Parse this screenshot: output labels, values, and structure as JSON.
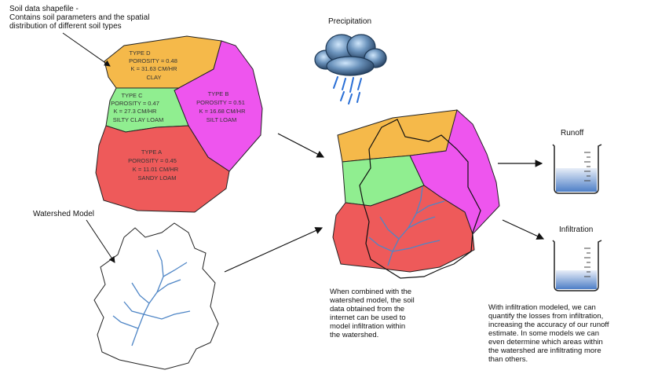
{
  "soil_shapefile": {
    "title_line1": "Soil data shapefile -",
    "title_line2": "Contains soil parameters and the spatial",
    "title_line3": "distribution of different soil types",
    "types": [
      {
        "name": "TYPE D",
        "porosity": "POROSITY = 0.48",
        "k": "K = 31.63 CM/HR",
        "texture": "CLAY",
        "color": "#f5b94a"
      },
      {
        "name": "TYPE C",
        "porosity": "POROSITY = 0.47",
        "k": "K = 27.3 CM/HR",
        "texture": "SILTY CLAY LOAM",
        "color": "#90ee90"
      },
      {
        "name": "TYPE B",
        "porosity": "POROSITY = 0.51",
        "k": "K = 16.68 CM/HR",
        "texture": "SILT LOAM",
        "color": "#ee55ee"
      },
      {
        "name": "TYPE A",
        "porosity": "POROSITY = 0.45",
        "k": "K = 11.01 CM/HR",
        "texture": "SANDY LOAM",
        "color": "#ee5a5a"
      }
    ]
  },
  "watershed": {
    "label": "Watershed Model"
  },
  "precipitation": {
    "label": "Precipitation"
  },
  "combined": {
    "caption_l1": "When combined with the",
    "caption_l2": "watershed model, the soil",
    "caption_l3": "data obtained from the",
    "caption_l4": "internet can be used to",
    "caption_l5": "model infiltration within",
    "caption_l6": "the watershed."
  },
  "runoff": {
    "label": "Runoff"
  },
  "infiltration": {
    "label": "Infiltration",
    "caption_l1": "With infiltration modeled, we can",
    "caption_l2": "quantify the losses from infiltration,",
    "caption_l3": "increasing the accuracy of our runoff",
    "caption_l4": "estimate.  In some models we can",
    "caption_l5": "even determine which areas within",
    "caption_l6": "the watershed are infiltrating more",
    "caption_l7": "than others."
  },
  "colors": {
    "water": "#6f9bd6",
    "stream": "#4f86c6",
    "cloud_dark": "#2a4a6e",
    "cloud_light": "#9ec7ee"
  },
  "icons": [
    "rain-cloud-icon",
    "beaker-icon"
  ]
}
